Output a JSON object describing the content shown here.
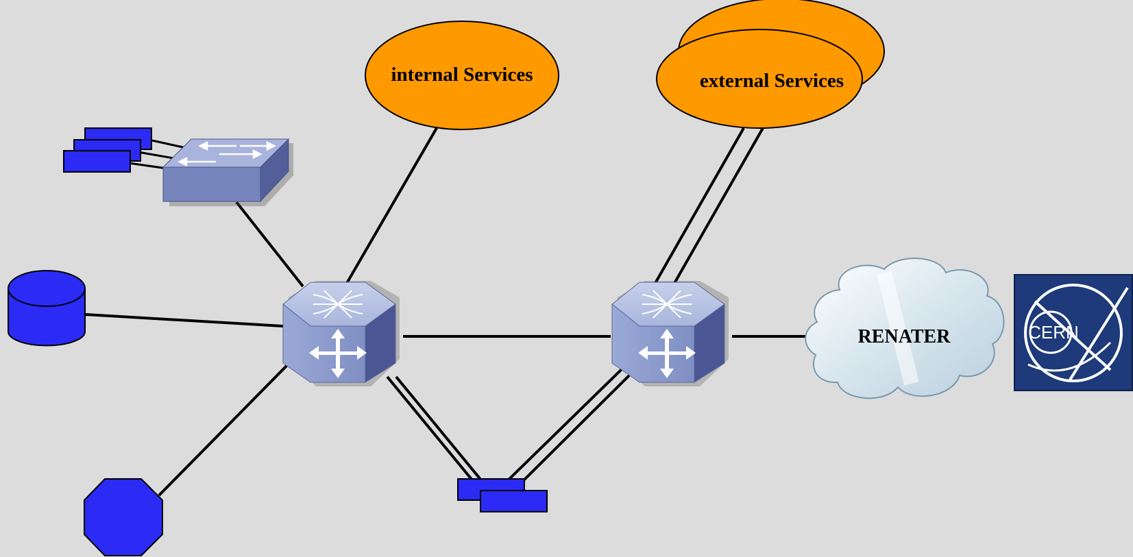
{
  "labels": {
    "internal_services": "internal Services",
    "external_services": "external Services",
    "renater": "RENATER",
    "cern_logo": "CERN"
  },
  "colors": {
    "background": "#dcdcdc",
    "service_cloud": "#ff9900",
    "device_blue": "#2b2bf5",
    "router_body": "#8fa0cc",
    "switch_body": "#7d8cbe",
    "cern_logo_bg": "#1e3a7a"
  },
  "icons": [
    "workgroup-switch-icon",
    "core-router-icon",
    "database-icon",
    "server-octagon-icon",
    "cloud-icon",
    "cern-logo"
  ]
}
